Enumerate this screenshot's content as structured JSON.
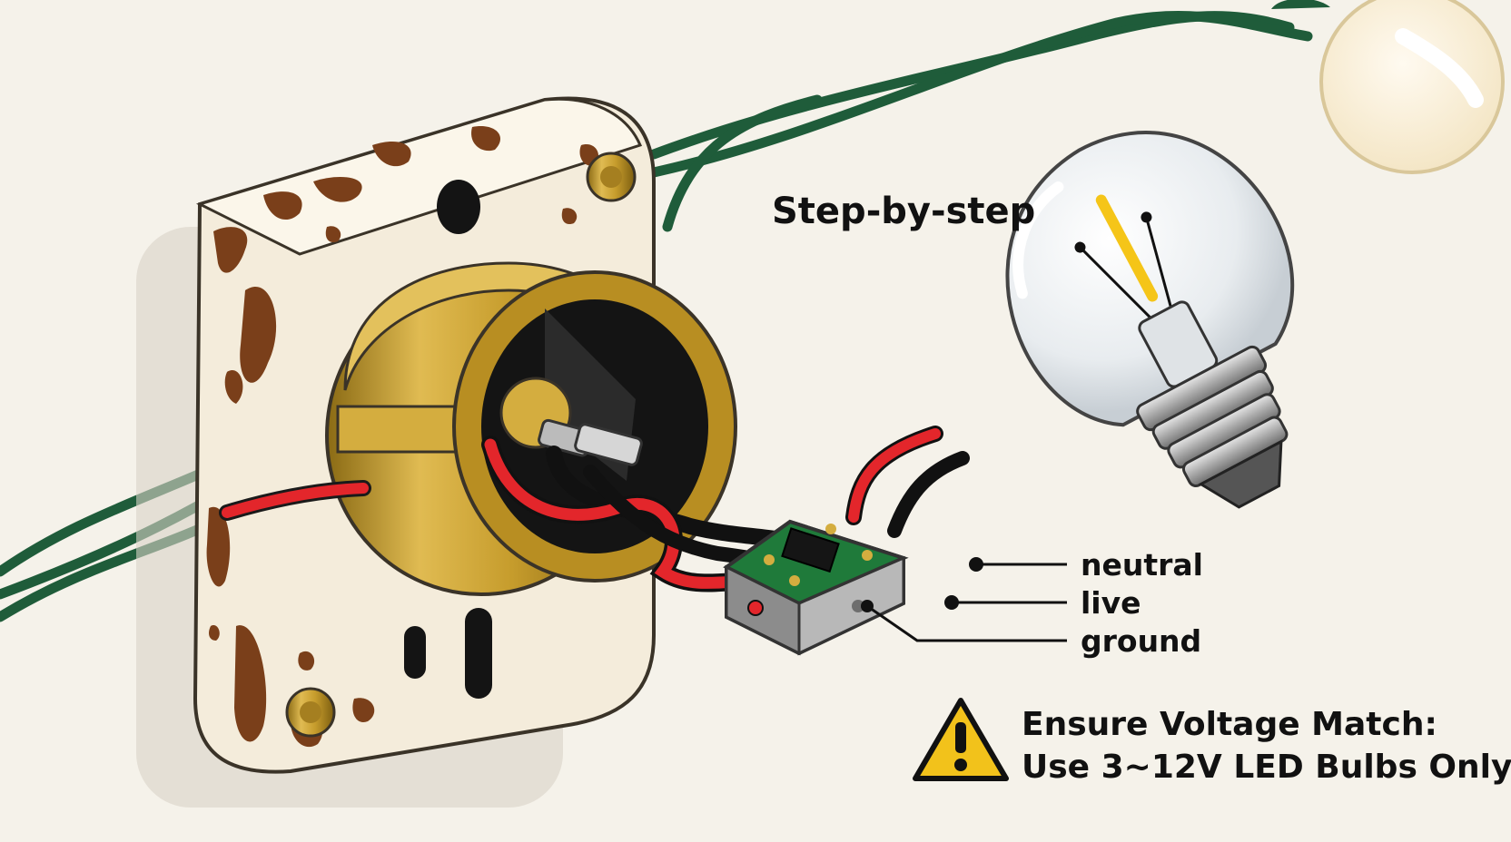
{
  "heading": "Step-by-step",
  "wire_labels": {
    "neutral": "neutral",
    "live": "live",
    "ground": "ground"
  },
  "warning": {
    "icon": "warning-triangle-icon",
    "line1": "Ensure Voltage Match:",
    "line2": "Use 3~12V LED Bulbs Only."
  },
  "colors": {
    "background": "#f5f2ea",
    "string_wire": "#1f5c3a",
    "live_wire": "#e3262b",
    "neutral_wire": "#111111",
    "socket_brass": "#c9a236",
    "wall_plate": "#f4ecdb",
    "rust": "#7a3f1a",
    "pcb": "#1f7a3a",
    "warning_yellow": "#f2c21b"
  }
}
